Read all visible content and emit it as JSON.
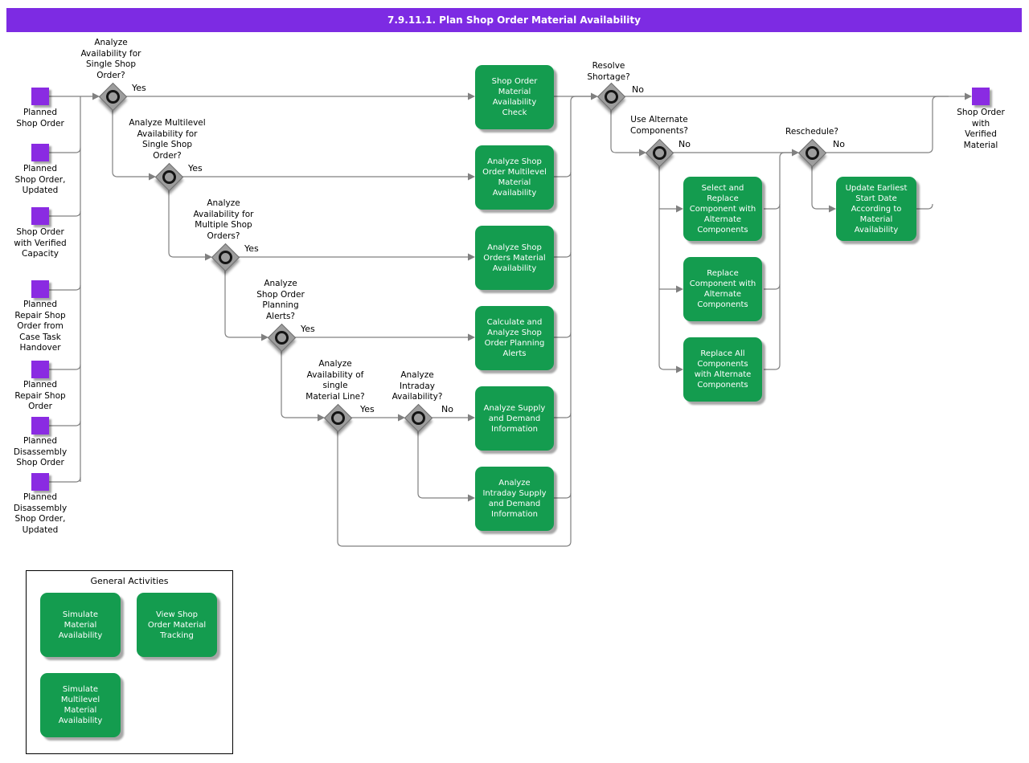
{
  "title": "7.9.11.1. Plan Shop Order Material Availability",
  "colors": {
    "header_purple": "#7d2be3",
    "artifact_purple": "#8a2be2",
    "task_green": "#149c4f",
    "line_gray": "#808080"
  },
  "inputs": [
    {
      "label": "Planned\nShop Order"
    },
    {
      "label": "Planned\nShop Order,\nUpdated"
    },
    {
      "label": "Shop Order\nwith Verified\nCapacity"
    },
    {
      "label": "Planned\nRepair Shop\nOrder from\nCase Task\nHandover"
    },
    {
      "label": "Planned\nRepair Shop\nOrder"
    },
    {
      "label": "Planned\nDisassembly\nShop Order"
    },
    {
      "label": "Planned\nDisassembly\nShop Order,\nUpdated"
    }
  ],
  "output": {
    "label": "Shop Order\nwith\nVerified\nMaterial"
  },
  "gateways": [
    {
      "question": "Analyze\nAvailability for\nSingle Shop\nOrder?",
      "branch": "Yes"
    },
    {
      "question": "Analyze Multilevel\nAvailability for\nSingle Shop\nOrder?",
      "branch": "Yes"
    },
    {
      "question": "Analyze\nAvailability for\nMultiple Shop\nOrders?",
      "branch": "Yes"
    },
    {
      "question": "Analyze\nShop Order\nPlanning\nAlerts?",
      "branch": "Yes"
    },
    {
      "question": "Analyze\nAvailability of\nsingle\nMaterial Line?",
      "branch": "Yes"
    },
    {
      "question": "Analyze\nIntraday\nAvailability?",
      "branch": "No"
    },
    {
      "question": "Resolve\nShortage?",
      "branch": "No"
    },
    {
      "question": "Use Alternate\nComponents?",
      "branch": "No"
    },
    {
      "question": "Reschedule?",
      "branch": "No"
    }
  ],
  "tasks": [
    {
      "label": "Shop Order\nMaterial\nAvailability\nCheck"
    },
    {
      "label": "Analyze Shop\nOrder Multilevel\nMaterial\nAvailability"
    },
    {
      "label": "Analyze Shop\nOrders Material\nAvailability"
    },
    {
      "label": "Calculate and\nAnalyze Shop\nOrder Planning\nAlerts"
    },
    {
      "label": "Analyze Supply\nand Demand\nInformation"
    },
    {
      "label": "Analyze\nIntraday Supply\nand Demand\nInformation"
    },
    {
      "label": "Select and\nReplace\nComponent with\nAlternate\nComponents"
    },
    {
      "label": "Replace\nComponent with\nAlternate\nComponents"
    },
    {
      "label": "Replace All\nComponents\nwith Alternate\nComponents"
    },
    {
      "label": "Update Earliest\nStart Date\nAccording to\nMaterial\nAvailability"
    }
  ],
  "general_activities": {
    "title": "General Activities",
    "items": [
      {
        "label": "Simulate\nMaterial\nAvailability"
      },
      {
        "label": "View Shop\nOrder Material\nTracking"
      },
      {
        "label": "Simulate\nMultilevel\nMaterial\nAvailability"
      }
    ]
  }
}
